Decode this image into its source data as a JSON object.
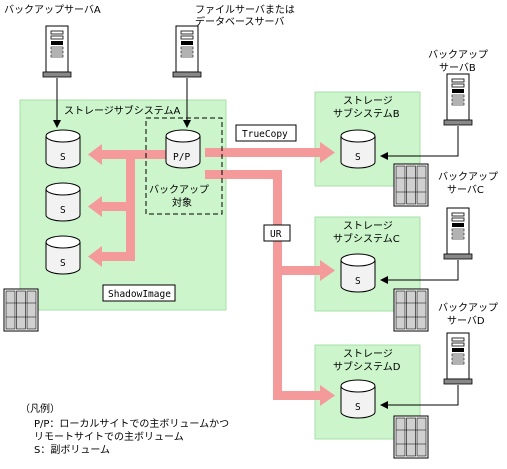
{
  "servers": {
    "backup_a": "バックアップサーバA",
    "file_db_line1": "ファイルサーバまたは",
    "file_db_line2": "データベースサーバ",
    "backup_b_line1": "バックアップ",
    "backup_b_line2": "サーバB",
    "backup_c_line1": "バックアップ",
    "backup_c_line2": "サーバC",
    "backup_d_line1": "バックアップ",
    "backup_d_line2": "サーバD"
  },
  "storage": {
    "a": "ストレージサブシステムA",
    "b_line1": "ストレージ",
    "b_line2": "サブシステムB",
    "c_line1": "ストレージ",
    "c_line2": "サブシステムC",
    "d_line1": "ストレージ",
    "d_line2": "サブシステムD"
  },
  "volumes": {
    "primary": "P/P",
    "secondary": "S"
  },
  "target": {
    "line1": "バックアップ",
    "line2": "対象"
  },
  "links": {
    "truecopy": "TrueCopy",
    "ur": "UR",
    "shadowimage": "ShadowImage"
  },
  "legend": {
    "title": "（凡例）",
    "line1": "P/P：ローカルサイトでの主ボリュームかつ",
    "line2": "リモートサイトでの主ボリューム",
    "line3": "S：副ボリューム"
  },
  "colors": {
    "storage_fill": "#ccf5cc",
    "copy_arrow": "#f59a9a"
  }
}
